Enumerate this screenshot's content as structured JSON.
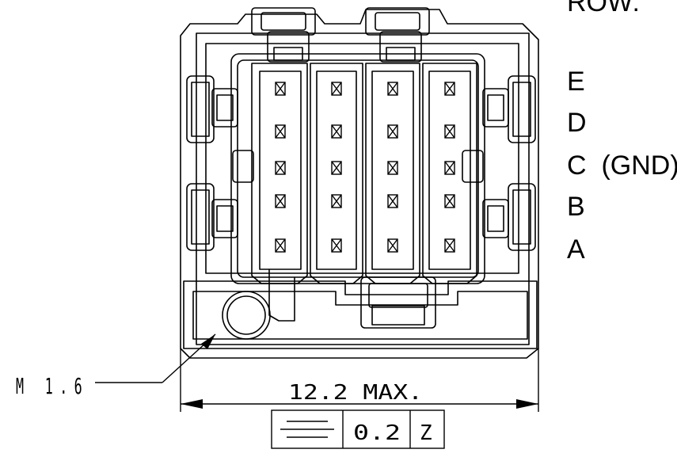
{
  "legend": {
    "title": "ROW:",
    "rows": [
      "E",
      "D",
      "C  (GND)",
      "B",
      "A"
    ]
  },
  "dimensions": {
    "hole_callout": "M 1.6",
    "width": "12.2 MAX.",
    "tolerance_value": "0.2",
    "datum": "Z",
    "tolerance_symbol": "symmetry-icon"
  }
}
